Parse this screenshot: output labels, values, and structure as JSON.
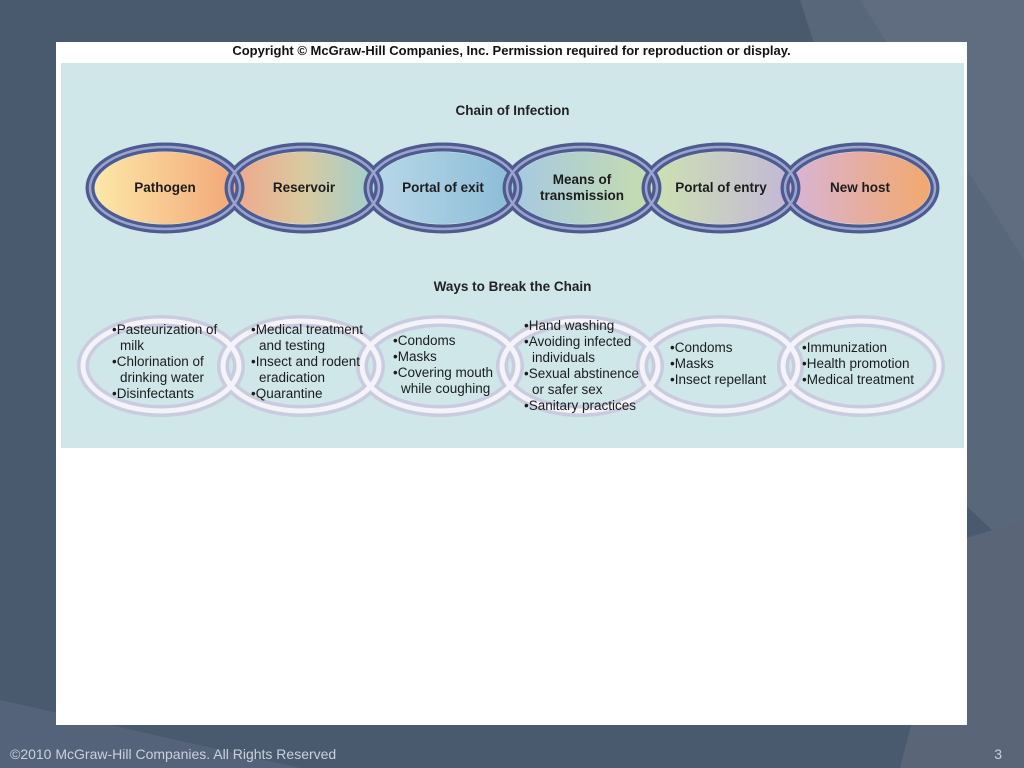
{
  "copyright": "Copyright © McGraw-Hill Companies, Inc.  Permission required for reproduction or display.",
  "figure": {
    "title": "Chain of Infection",
    "chain_links": [
      {
        "label": "Pathogen"
      },
      {
        "label": "Reservoir"
      },
      {
        "label": "Portal of exit"
      },
      {
        "label": "Means of transmission"
      },
      {
        "label": "Portal of entry"
      },
      {
        "label": "New host"
      }
    ],
    "break_title": "Ways to Break the Chain",
    "break_lists": [
      [
        "Pasteurization of milk",
        "Chlorination of drinking water",
        "Disinfectants"
      ],
      [
        "Medical treatment and testing",
        "Insect and rodent eradication",
        "Quarantine"
      ],
      [
        "Condoms",
        "Masks",
        "Covering mouth while coughing"
      ],
      [
        "Hand washing",
        "Avoiding infected individuals",
        "Sexual abstinence or safer sex",
        "Sanitary practices"
      ],
      [
        "Condoms",
        "Masks",
        "Insect repellant"
      ],
      [
        "Immunization",
        "Health promotion",
        "Medical treatment"
      ]
    ]
  },
  "footer": {
    "copyright": "©2010 McGraw-Hill Companies. All Rights Reserved",
    "page_number": "3"
  },
  "colors": {
    "background": "#4a5a6e",
    "figure_background": "#cfe7e8",
    "chain_ring": "#5d6a9e",
    "break_ring": "#e8e6f0"
  }
}
